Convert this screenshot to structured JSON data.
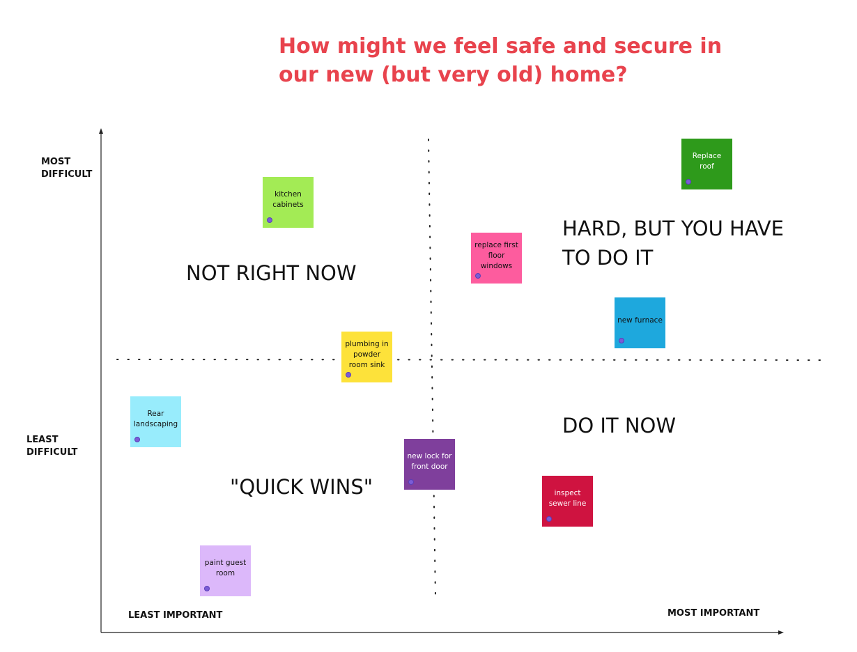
{
  "title": {
    "line1": "How might we feel safe and secure in",
    "line2": "our new (but very old) home?"
  },
  "axes": {
    "y_top": [
      "MOST",
      "DIFFICULT"
    ],
    "y_bottom": [
      "LEAST",
      "DIFFICULT"
    ],
    "x_left": "LEAST IMPORTANT",
    "x_right": "MOST IMPORTANT"
  },
  "quadrants": {
    "top_left": "NOT RIGHT NOW",
    "top_right": [
      "HARD, BUT YOU HAVE",
      "TO DO IT"
    ],
    "bottom_right": "DO IT NOW",
    "bottom_left": "\"QUICK WINS\""
  },
  "notes": [
    {
      "text": "kitchen cabinets",
      "color": "#a3eb55",
      "text_color": "#111111"
    },
    {
      "text": "Replace roof",
      "color": "#2e9a1b",
      "text_color": "#ffffff"
    },
    {
      "text": "replace first floor windows",
      "color": "#fd5c9e",
      "text_color": "#111111"
    },
    {
      "text": "new furnace",
      "color": "#1ea8dd",
      "text_color": "#111111"
    },
    {
      "text": "plumbing in powder room sink",
      "color": "#fde23a",
      "text_color": "#111111"
    },
    {
      "text": "Rear landscaping",
      "color": "#98ecfc",
      "text_color": "#111111"
    },
    {
      "text": "new lock for front door",
      "color": "#7f3f9c",
      "text_color": "#ffffff"
    },
    {
      "text": "inspect sewer line",
      "color": "#cf1340",
      "text_color": "#ffffff"
    },
    {
      "text": "paint guest room",
      "color": "#dcb8fa",
      "text_color": "#111111"
    }
  ]
}
